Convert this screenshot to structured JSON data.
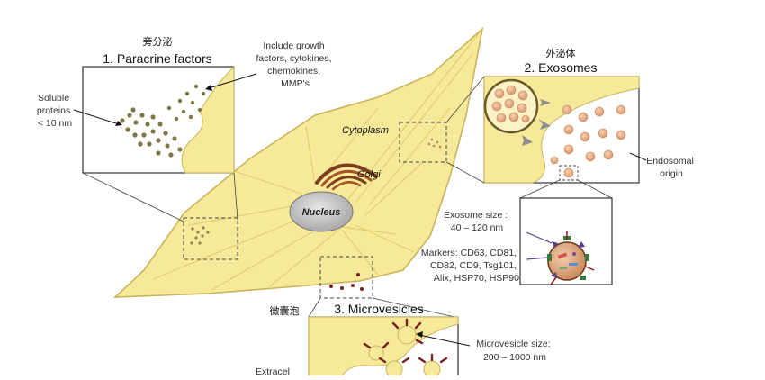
{
  "paracrine": {
    "cn_label": "旁分泌",
    "title": "1. Paracrine factors",
    "annotation": [
      "Include growth",
      "factors, cytokines,",
      "chemokines,",
      "MMP's"
    ],
    "soluble": [
      "Soluble",
      "proteins",
      "< 10 nm"
    ]
  },
  "exosomes": {
    "cn_label": "外泌体",
    "title": "2. Exosomes",
    "endosomal": [
      "Endosomal",
      "origin"
    ],
    "size": [
      "Exosome size :",
      "40 – 120 nm"
    ],
    "markers": [
      "Markers: CD63, CD81,",
      "CD82, CD9, Tsg101,",
      "Alix, HSP70, HSP90"
    ]
  },
  "microvesicles": {
    "cn_label": "微囊泡",
    "title": "3. Microvesicles",
    "size": [
      "Microvesicle size:",
      "200 – 1000 nm"
    ],
    "partial_label": "Extracel"
  },
  "cell": {
    "cytoplasm": "Cytoplasm",
    "golgi": "Golgi",
    "nucleus": "Nucleus"
  },
  "colors": {
    "cell_fill": "#f7e99a",
    "cell_stroke": "#c9b45a",
    "exosome": "#e8b48f",
    "vesicle_dark": "#7a1f1f",
    "dots": "#8a8250"
  }
}
